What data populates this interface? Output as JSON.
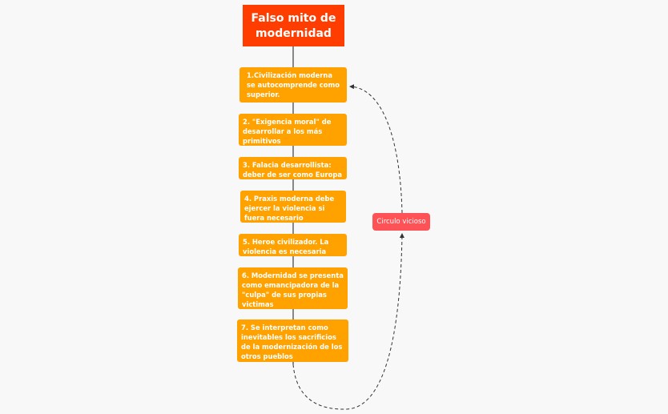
{
  "root": {
    "title": "Falso mito de modernidad",
    "color": "#ff3d00"
  },
  "steps": [
    "1.Civilización moderna se autocomprende como superior.",
    "2. \"Exigencia moral\" de desarrollar a los más primitivos",
    "3. Falacia desarrollista: deber de ser como Europa",
    "4. Praxis moderna debe ejercer la violencia si fuera necesario",
    "5. Heroe civilizador. La violencia es necesaria",
    "6. Modernidad se presenta como emancipadora de la \"culpa\" de sus propias victimas",
    "7. Se interpretan como inevitables los sacrificios de la modernización de los otros pueblos"
  ],
  "step_color": "#ffa200",
  "loop": {
    "label": "Circulo vicioso",
    "color": "#ff5257"
  }
}
